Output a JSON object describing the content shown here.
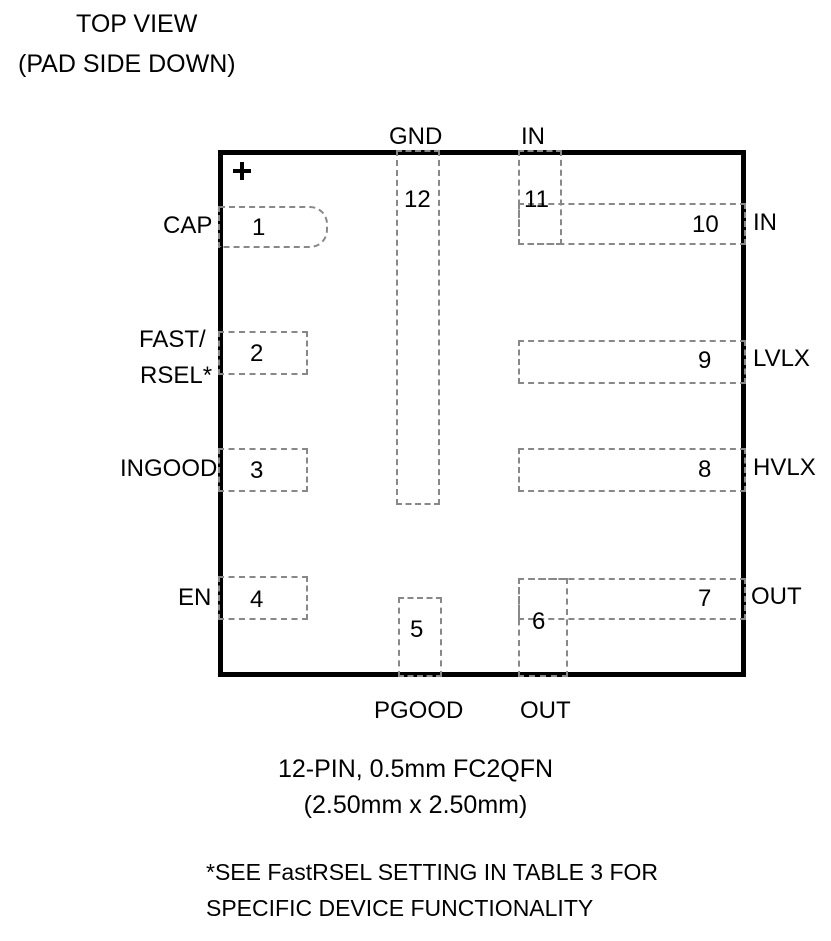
{
  "view": {
    "title_line1": "TOP VIEW",
    "title_line2": "(PAD SIDE DOWN)"
  },
  "package": {
    "caption_line1": "12-PIN, 0.5mm FC2QFN",
    "caption_line2": "(2.50mm x 2.50mm)",
    "pin_count": 12,
    "pitch": "0.5mm",
    "type": "FC2QFN",
    "body_size": "2.50mm x 2.50mm",
    "pin1_marker": "+"
  },
  "pins": [
    {
      "number": "1",
      "signal": "CAP",
      "side": "left"
    },
    {
      "number": "2",
      "signal": "FAST/RSEL*",
      "side": "left"
    },
    {
      "number": "3",
      "signal": "INGOOD",
      "side": "left"
    },
    {
      "number": "4",
      "signal": "EN",
      "side": "left"
    },
    {
      "number": "5",
      "signal": "PGOOD",
      "side": "bottom"
    },
    {
      "number": "6",
      "signal": "OUT",
      "side": "bottom"
    },
    {
      "number": "7",
      "signal": "OUT",
      "side": "right"
    },
    {
      "number": "8",
      "signal": "HVLX",
      "side": "right"
    },
    {
      "number": "9",
      "signal": "LVLX",
      "side": "right"
    },
    {
      "number": "10",
      "signal": "IN",
      "side": "right"
    },
    {
      "number": "11",
      "signal": "IN",
      "side": "top"
    },
    {
      "number": "12",
      "signal": "GND",
      "side": "top"
    }
  ],
  "labels": {
    "top_gnd": "GND",
    "top_in": "IN",
    "left_cap": "CAP",
    "left_fast": "FAST/",
    "left_rsel": "RSEL*",
    "left_ingood": "INGOOD",
    "left_en": "EN",
    "right_in": "IN",
    "right_lvlx": "LVLX",
    "right_hvlx": "HVLX",
    "right_out": "OUT",
    "bottom_pgood": "PGOOD",
    "bottom_out": "OUT"
  },
  "footnote": {
    "line1": "*SEE FastRSEL SETTING IN TABLE 3 FOR",
    "line2": "SPECIFIC DEVICE FUNCTIONALITY"
  },
  "colors": {
    "outline": "#000000",
    "pad_dashed": "#888888",
    "text": "#000000",
    "background": "#ffffff"
  }
}
